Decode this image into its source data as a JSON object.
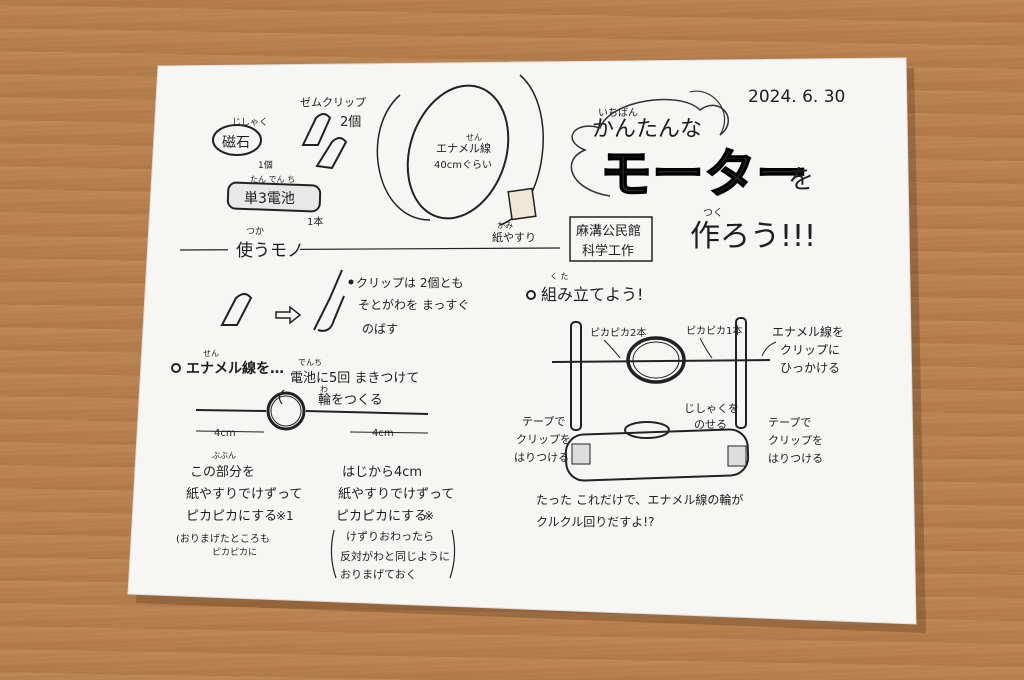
{
  "date": "2024. 6. 30",
  "title": {
    "ruby_ichiban": "いちばん",
    "line1": "かんたんな",
    "big": "モーター",
    "particle": "を",
    "ruby_tsuku": "つく",
    "line3": "作ろう!!!"
  },
  "organizer": {
    "line1": "麻溝公民館",
    "line2": "科学工作"
  },
  "materials": {
    "magnet_ruby": "じしゃく",
    "magnet": "磁石",
    "magnet_count": "1個",
    "clip": "ゼムクリップ",
    "clip_count": "2個",
    "enamel_ruby": "せん",
    "enamel": "エナメル線",
    "enamel_length": "40cmぐらい",
    "battery_ruby": "たん でん ち",
    "battery": "単3電池",
    "battery_count": "1本",
    "sandpaper_ruby": "かみ",
    "sandpaper": "紙やすり"
  },
  "section_use": {
    "ruby": "つか",
    "title": "使うモノ"
  },
  "clip_note": {
    "line1": "クリップは 2個とも",
    "line2": "そとがわを まっすぐ",
    "line3": "のばす"
  },
  "enamel_section": {
    "ruby": "せん",
    "title": "エナメル線を…",
    "ruby2": "でんち",
    "step_line1": "電池に5回 まきつけて",
    "ruby3": "わ",
    "step_line2": "輪をつくる",
    "measure_left": "4cm",
    "measure_right": "4cm",
    "left_ruby": "ぶぶん",
    "left_line1": "この部分を",
    "left_line2": "紙やすりでけずって",
    "left_line3": "ピカピカにする",
    "left_mark": "※1",
    "left_note1": "(おりまげたところも",
    "left_note2": "ピカピカに",
    "right_line1": "はじから4cm",
    "right_line2": "紙やすりでけずって",
    "right_line3": "ピカピカにする",
    "right_mark": "※",
    "right_note1": "けずりおわったら",
    "right_note2": "反対がわと同じように",
    "right_note3": "おりまげておく"
  },
  "assembly": {
    "ruby": "く た",
    "title": "組み立てよう!",
    "clip_label": "ピカピカ2本",
    "pika_label": "ピカピカ1本",
    "enamel_hook1": "エナメル線を",
    "enamel_hook2": "クリップに",
    "enamel_hook3": "ひっかける",
    "magnet_label1": "じしゃくを",
    "magnet_label2": "のせる",
    "tape_left1": "テープで",
    "tape_left2": "クリップを",
    "tape_left3": "はりつける",
    "tape_right1": "テープで",
    "tape_right2": "クリップを",
    "tape_right3": "はりつける",
    "result_line1": "たった これだけで、エナメル線の輪が",
    "result_line2": "クルクル回りだすよ!?"
  }
}
